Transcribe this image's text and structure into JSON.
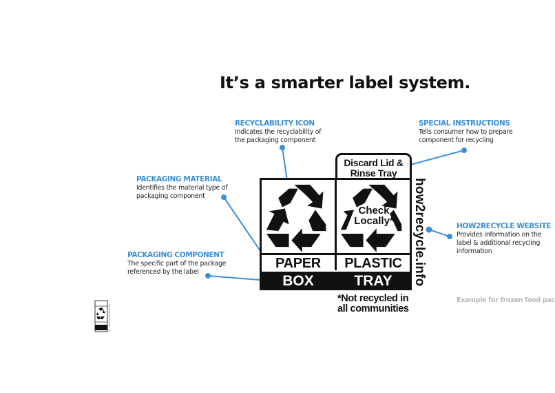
{
  "headline": "It’s a smarter label system.",
  "colors": {
    "accent": "#3b8fd6",
    "label_black": "#111111",
    "caption_gray": "#b8b8b8"
  },
  "callouts": {
    "recyclability_icon": {
      "title": "RECYCLABILITY ICON",
      "desc_line1": "Indicates the recyclability of",
      "desc_line2": "the packaging component"
    },
    "special_instructions": {
      "title": "SPECIAL INSTRUCTIONS",
      "desc_line1": "Tells consumer how to prepare",
      "desc_line2": "component for recycling"
    },
    "packaging_material": {
      "title": "PACKAGING MATERIAL",
      "desc_line1": "Identifies the material type of",
      "desc_line2": "packaging component"
    },
    "packaging_component": {
      "title": "PACKAGING COMPONENT",
      "desc_line1": "The specific part of the package",
      "desc_line2": "referenced by the label"
    },
    "website": {
      "title": "HOW2RECYCLE WEBSITE",
      "desc_line1": "Provides information on the",
      "desc_line2": "label & additional recycling",
      "desc_line3": "information"
    }
  },
  "label": {
    "instruction_line1": "Discard Lid &",
    "instruction_line2": "Rinse Tray",
    "columns": [
      {
        "icon": "recycle-icon",
        "material": "PAPER",
        "component": "BOX"
      },
      {
        "icon": "recycle-icon-open",
        "overlay_line1": "Check",
        "overlay_line2": "Locally*",
        "material": "PLASTIC",
        "component": "TRAY"
      }
    ],
    "website": "how2recycle.info",
    "footnote_line1": "*Not recycled in",
    "footnote_line2": "all communities"
  },
  "caption": "Example for frozen food pac"
}
